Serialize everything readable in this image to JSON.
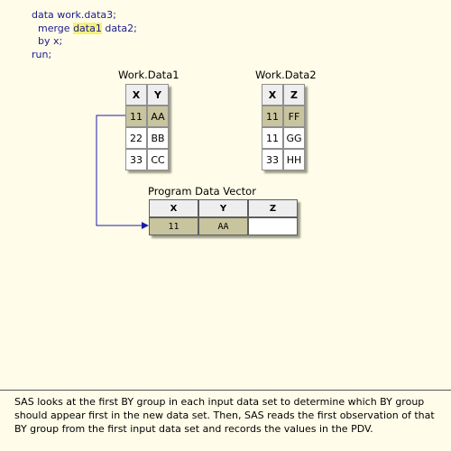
{
  "code": {
    "line1": "data work.data3;",
    "line2_pre": "  merge ",
    "line2_hl": "data1",
    "line2_post": " data2;",
    "line3": "  by x;",
    "line4": "run;"
  },
  "data1": {
    "caption": "Work.Data1",
    "headers": [
      "X",
      "Y"
    ],
    "rows": [
      [
        "11",
        "AA"
      ],
      [
        "22",
        "BB"
      ],
      [
        "33",
        "CC"
      ]
    ]
  },
  "data2": {
    "caption": "Work.Data2",
    "headers": [
      "X",
      "Z"
    ],
    "rows": [
      [
        "11",
        "FF"
      ],
      [
        "11",
        "GG"
      ],
      [
        "33",
        "HH"
      ]
    ]
  },
  "pdv": {
    "caption": "Program Data Vector",
    "headers": [
      "X",
      "Y",
      "Z"
    ],
    "values": [
      "11",
      "AA",
      ""
    ]
  },
  "description": "SAS looks at the first BY group in each input data set to determine which BY group should appear first in the new data set. Then, SAS reads the first observation of that BY group from the first input data set and records the values in the PDV.",
  "colors": {
    "background": "#fffde9",
    "code_text": "#1a1a8e",
    "highlight": "#f5f27a",
    "selected_row": "#c8c49e",
    "arrow": "#1c1caa"
  }
}
